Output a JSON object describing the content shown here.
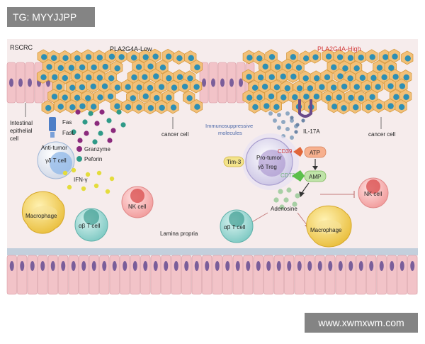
{
  "watermark_top": "TG: MYYJJPP",
  "watermark_bottom": "www.xwmxwm.com",
  "diagram": {
    "corner_label": "RSCRC",
    "left_title": "PLA2G4A-Low",
    "right_title": "PLA2G4A-High",
    "intestinal_label": [
      "Intestinal",
      "epithelial",
      "cell"
    ],
    "cancer_cell_label_left": "cancer cell",
    "cancer_cell_label_right": "cancer cell",
    "fas": "Fas",
    "fasl": "FasL",
    "granzyme": "Granzyme",
    "perforin": "Peforin",
    "anti_tumor_cell": [
      "Anti-tumor",
      "γδ T cell"
    ],
    "ifn": "IFN-γ",
    "macrophage_left": "Macrophage",
    "ab_t_cell_left": "αβ T cell",
    "nk_cell_left": "NK cell",
    "lamina_propria": "Lamina propria",
    "immunosuppressive": [
      "Immunosuppressive",
      "molecules"
    ],
    "il17a": "IL-17A",
    "cd39": "CD39",
    "atp": "ATP",
    "pro_tumor_cell": [
      "Pro-tumor",
      "γδ Treg"
    ],
    "tim3": "Tim-3",
    "cd73": "CD73",
    "amp": "AMP",
    "adenosine": "Adenosine",
    "nk_cell_right": "NK cell",
    "ab_t_cell_right": "αβ T cell",
    "macrophage_right": "Macrophage"
  }
}
